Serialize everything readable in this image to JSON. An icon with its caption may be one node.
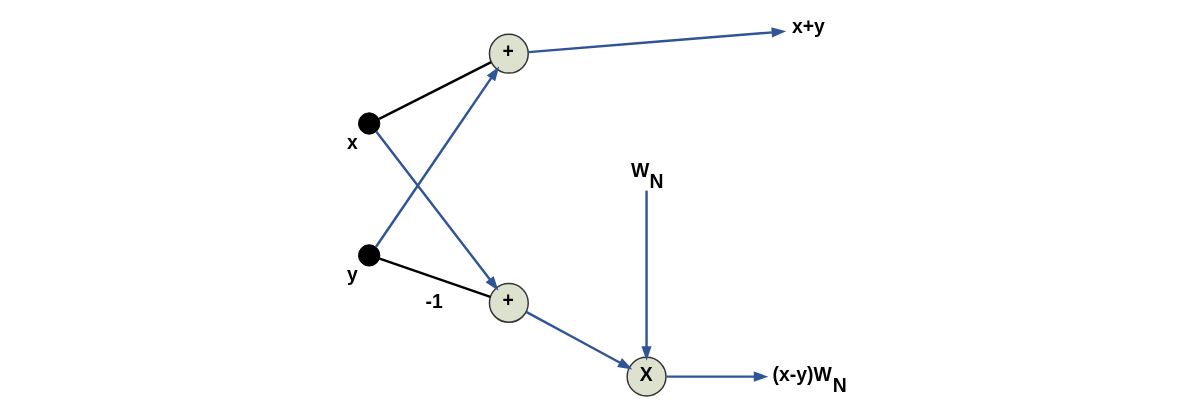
{
  "diagram": {
    "nodes": [
      {
        "text": [],
        "shape": "circle",
        "beside": [
          "x"
        ]
      },
      {
        "text": [],
        "shape": "circle",
        "beside": [
          "y"
        ]
      },
      {
        "text": [
          "+"
        ]
      },
      {
        "text": [
          "+"
        ]
      },
      {
        "text": [
          "X"
        ]
      },
      {
        "text": [
          "x+y"
        ]
      },
      {
        "text": [
          "(x-y)W$_{N}$"
        ]
      },
      {
        "text": [
          "W$_{N}$"
        ]
      }
    ],
    "edges": [
      {
        "from": 0,
        "to": 2,
        "arrow": "none",
        "color": "#000000"
      },
      {
        "from": 0,
        "to": 3,
        "arrow": "to"
      },
      {
        "from": 1,
        "to": 2,
        "arrow": "to"
      },
      {
        "from": 1,
        "to": 3,
        "arrow": "none",
        "color": "#000000",
        "label": "-1"
      },
      {
        "from": 2,
        "to": 5,
        "arrow": "to"
      },
      {
        "from": 3,
        "to": 4,
        "arrow": "to"
      },
      {
        "from": 4,
        "to": 6,
        "arrow": "to"
      },
      {
        "from": 7,
        "to": 4,
        "arrow": "to"
      }
    ]
  }
}
